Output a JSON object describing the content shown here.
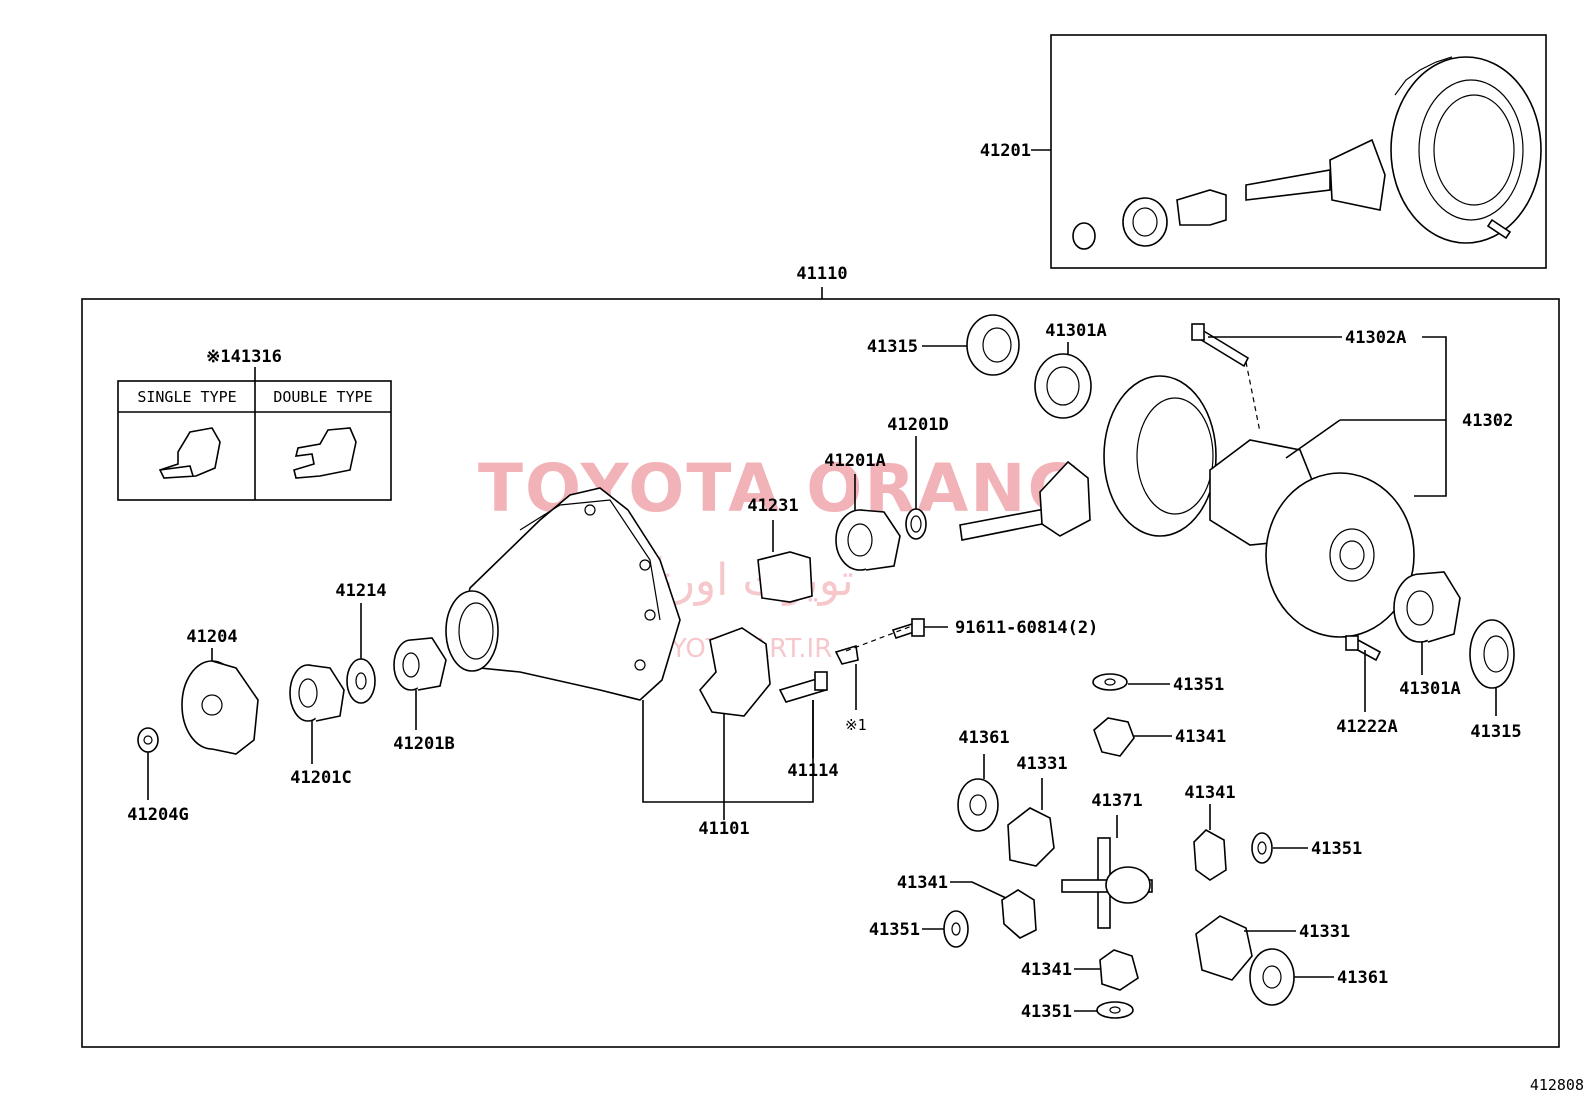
{
  "diagram": {
    "header_part": "41110",
    "watermark": {
      "latin": "TOYOTA ORANG",
      "farsi": "تویوت اورنگ",
      "url": "TOYOTAPART.IR"
    },
    "bracket": {
      "ref": "※141316",
      "single_type": "SINGLE TYPE",
      "double_type": "DOUBLE TYPE"
    },
    "inset_part": "41201",
    "footnote_mark": "※1",
    "figure_code": "412808",
    "labels": {
      "p41315a": "41315",
      "p41301Aa": "41301A",
      "p41302A": "41302A",
      "p41302": "41302",
      "p41201D": "41201D",
      "p41201A": "41201A",
      "p41231": "41231",
      "p41214": "41214",
      "p41204": "41204",
      "p41204G": "41204G",
      "p41201C": "41201C",
      "p41201B": "41201B",
      "p41101": "41101",
      "p41114": "41114",
      "p91611": "91611-60814(2)",
      "p41351a": "41351",
      "p41341a": "41341",
      "p41361a": "41361",
      "p41331a": "41331",
      "p41371": "41371",
      "p41341b": "41341",
      "p41351b": "41351",
      "p41341c": "41341",
      "p41351c": "41351",
      "p41341d": "41341",
      "p41351d": "41351",
      "p41331b": "41331",
      "p41361b": "41361",
      "p41222A": "41222A",
      "p41301Ab": "41301A",
      "p41315b": "41315"
    }
  }
}
